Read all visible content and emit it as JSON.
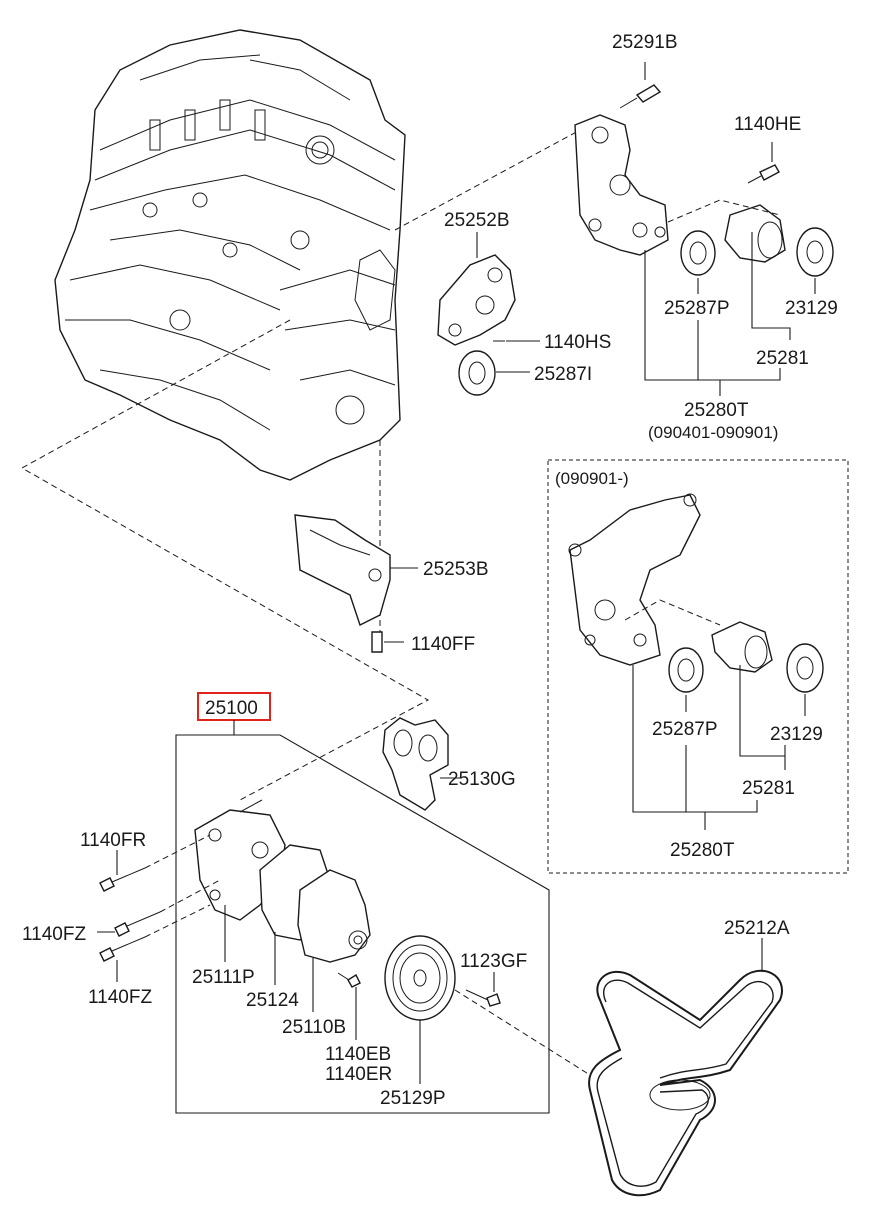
{
  "highlight_color": "#e0241b",
  "labels": {
    "p25291B": "25291B",
    "p1140HE": "1140HE",
    "p25252B": "25252B",
    "p1140HS": "1140HS",
    "p25287I": "25287I",
    "p25287P_top": "25287P",
    "p23129_top": "23129",
    "p25281_top": "25281",
    "p25280T_top": "25280T",
    "p25280T_top_range": "(090401-090901)",
    "p090901_box": "(090901-)",
    "p25253B": "25253B",
    "p1140FF": "1140FF",
    "p25100": "25100",
    "p25130G": "25130G",
    "p25287P_box": "25287P",
    "p23129_box": "23129",
    "p25281_box": "25281",
    "p25280T_box": "25280T",
    "p1140FR": "1140FR",
    "p1140FZ_a": "1140FZ",
    "p1140FZ_b": "1140FZ",
    "p25111P": "25111P",
    "p25124": "25124",
    "p25110B": "25110B",
    "p1140EB": "1140EB",
    "p1140ER": "1140ER",
    "p1123GF": "1123GF",
    "p25129P": "25129P",
    "p25212A": "25212A"
  }
}
